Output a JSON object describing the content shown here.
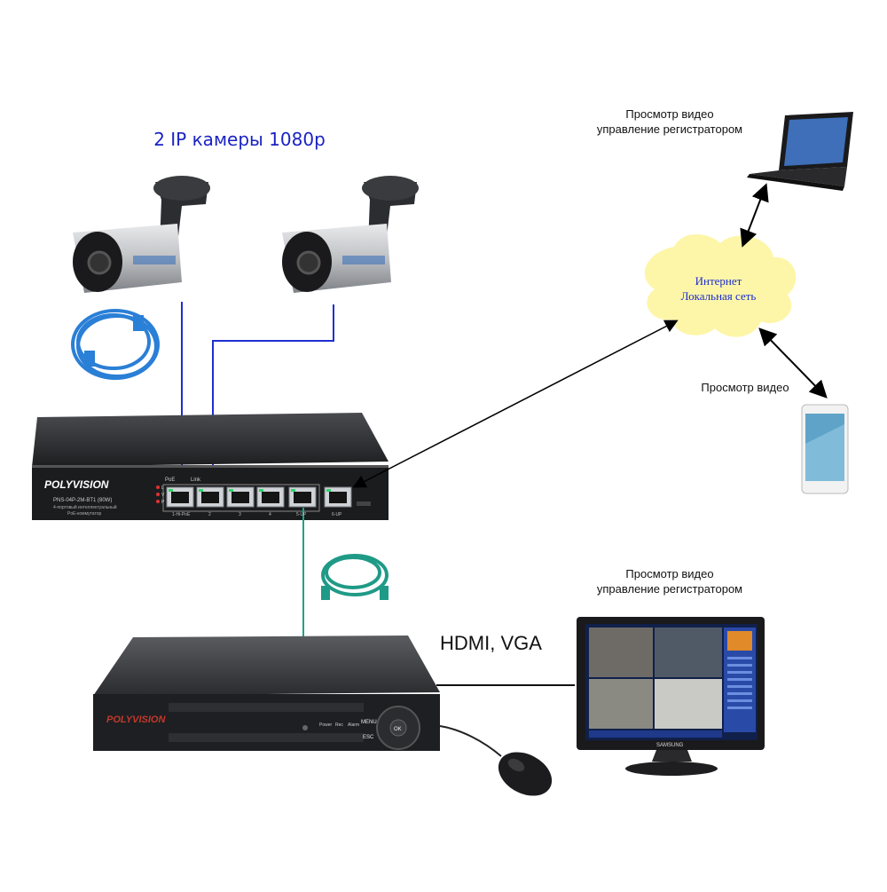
{
  "title": "2 IP камеры 1080р",
  "cloud": {
    "line1": "Интернет",
    "line2": "Локальная сеть"
  },
  "laptop_label": {
    "line1": "Просмотр видео",
    "line2": "управление регистратором"
  },
  "phone_label": "Просмотр видео",
  "monitor_label": {
    "line1": "Просмотр видео",
    "line2": "управление регистратором"
  },
  "connection_label": "HDMI, VGA",
  "switch": {
    "brand": "POLYVISION",
    "model": "PNS-04P-2M-BT1 (80W)",
    "desc1": "4-портовый интеллектуальный",
    "desc2": "PoE-коммутатор",
    "poe": "PoE",
    "link": "Link",
    "ports": [
      "1-Hi-PoE",
      "2",
      "3",
      "4",
      "5-UP",
      "6-UP"
    ],
    "leds": [
      "L",
      "V",
      "P"
    ]
  },
  "dvr": {
    "brand": "POLYVISION",
    "indicators": [
      "Power",
      "Rec",
      "Alarm"
    ],
    "menu": "MENU",
    "esc": "ESC",
    "ok": "OK"
  },
  "monitor": {
    "brand": "SAMSUNG"
  },
  "colors": {
    "camera_cable": "#1f2fd0",
    "nvr_cable": "#19a58a",
    "cloud_fill": "#fdf6a8",
    "device_dark": "#2a2b2e"
  }
}
